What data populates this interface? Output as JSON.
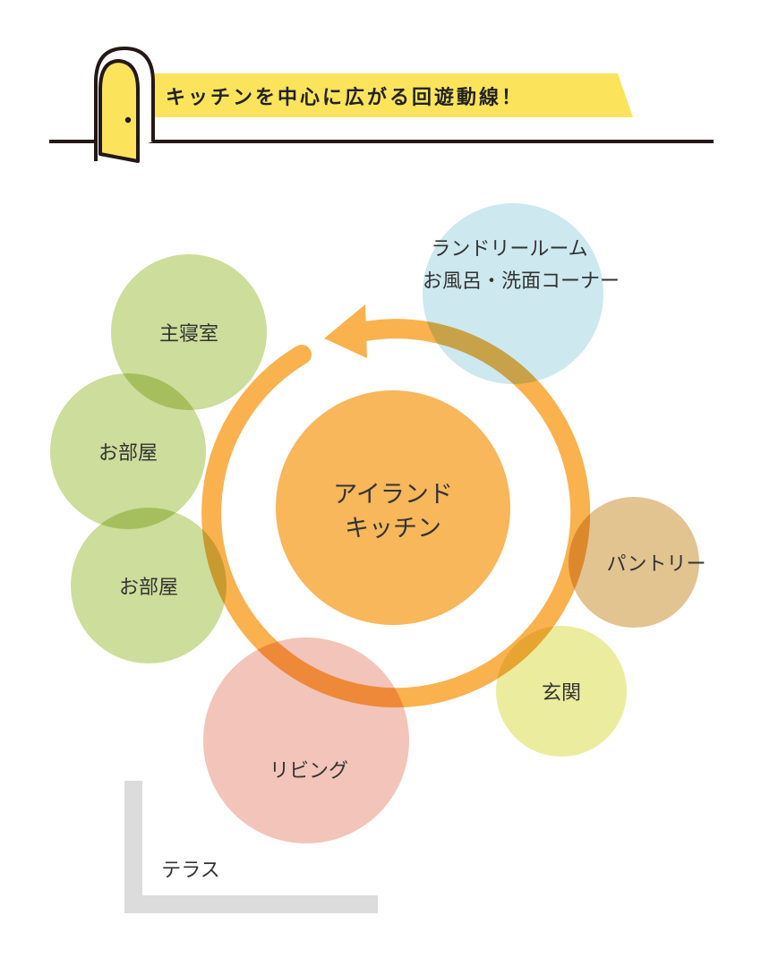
{
  "header": {
    "title": "キッチンを中心に広がる回遊動線！",
    "icon": "door-icon"
  },
  "center": {
    "line1": "アイランド",
    "line2": "キッチン"
  },
  "rooms": {
    "master_bedroom": "主寝室",
    "room_1": "お部屋",
    "room_2": "お部屋",
    "laundry_line1": "ランドリールーム",
    "laundry_line2": "お風呂・洗面コーナー",
    "pantry": "パントリー",
    "entrance": "玄関",
    "living": "リビング",
    "terrace": "テラス"
  },
  "colors": {
    "title_band": "#fbe45b",
    "door": "#fbe45b",
    "line": "#231815",
    "loop": "#f9b24e",
    "kitchen": "#f7b75a",
    "bedrooms": "#cddd9b",
    "laundry": "#cde8ef",
    "pantry": "#e2c491",
    "entrance": "#ecec9f",
    "living": "#f3c4b9",
    "terrace_wall": "#dcdcdc"
  }
}
